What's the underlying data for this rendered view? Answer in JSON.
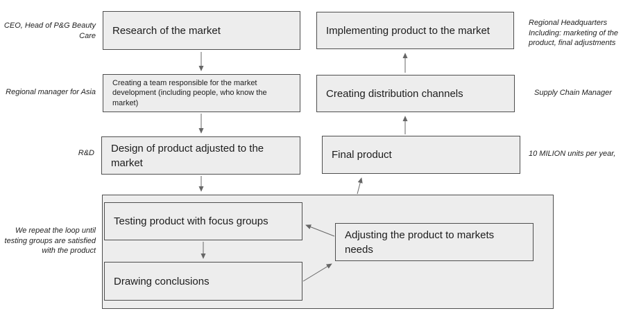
{
  "boxes": {
    "research": "Research of the market",
    "team": "Creating a team responsible for the market development (including people, who know the market)",
    "design": "Design of product adjusted to the market",
    "testing": "Testing product with focus groups",
    "conclusions": "Drawing conclusions",
    "adjusting": "Adjusting the product to markets needs",
    "implementing": "Implementing product to the market",
    "distribution": "Creating distribution channels",
    "final": "Final product"
  },
  "annotations": {
    "ceo": "CEO, Head of P&G Beauty Care",
    "asia_manager": "Regional manager for Asia",
    "rnd": "R&D",
    "loop_note": "We repeat the loop until testing groups are satisfied with the product",
    "regional_hq": "Regional Headquarters Including: marketing of the product, final adjustments",
    "supply_chain": "Supply Chain Manager",
    "units": "10 MILION units per year,"
  },
  "colors": {
    "box_fill": "#ededed",
    "box_border": "#4d4d4d",
    "arrow": "#666666",
    "text": "#1c1c1c"
  }
}
